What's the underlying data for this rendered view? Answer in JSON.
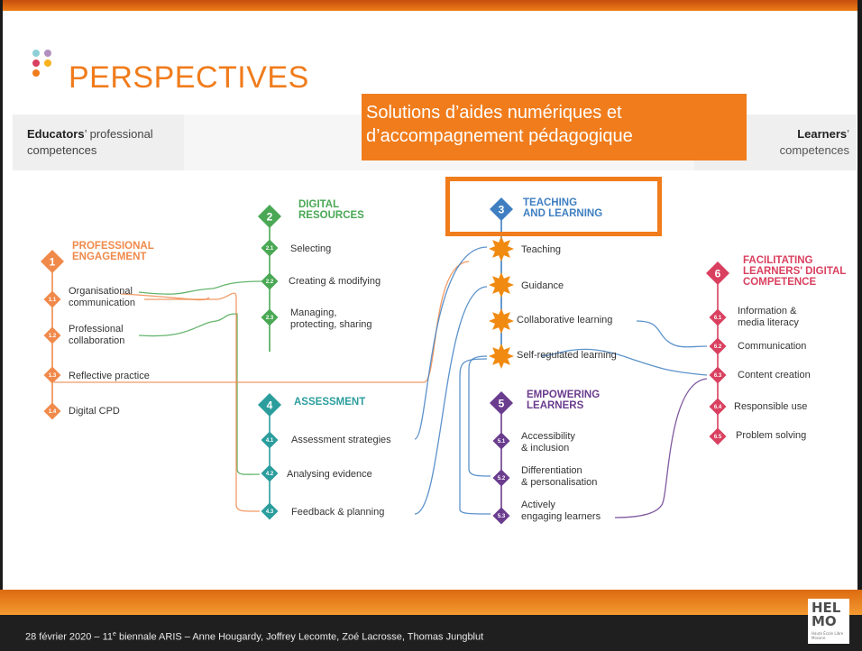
{
  "slide_title": "PERSPECTIVES",
  "educators": {
    "bold": "Educators",
    "rest": "’ professional",
    "line2": "competences"
  },
  "learners": {
    "bold": "Learners",
    "rest": "’",
    "line2": "competences"
  },
  "callout": {
    "line1": "Solutions d’aides numériques et",
    "line2": "d’accompagnement pédagogique"
  },
  "footer": {
    "pre": "28 février 2020 – 11",
    "sup": "e",
    "post": " biennale  ARIS – Anne Hougardy, Joffrey Lecomte, Zoé Lacrosse, Thomas Jungblut"
  },
  "logo": {
    "line1": "HEL",
    "line2": "MO",
    "small": "Haute École Libre Mosane"
  },
  "colors": {
    "orange": "#f07c1c",
    "area1": "#f08a4b",
    "area2": "#4aa855",
    "area3": "#3f7fc1",
    "area4": "#2c9d9d",
    "area5": "#6a3c8e",
    "area6": "#d9405f",
    "star": "#f08a10"
  },
  "areas": [
    {
      "num": "1",
      "title": [
        "PROFESSIONAL",
        "ENGAGEMENT"
      ],
      "items": [
        {
          "num": "1.1",
          "text": [
            "Organisational",
            "communication"
          ]
        },
        {
          "num": "1.2",
          "text": [
            "Professional",
            "collaboration"
          ]
        },
        {
          "num": "1.3",
          "text": [
            "Reflective practice"
          ]
        },
        {
          "num": "1.4",
          "text": [
            "Digital CPD"
          ]
        }
      ]
    },
    {
      "num": "2",
      "title": [
        "DIGITAL",
        "RESOURCES"
      ],
      "items": [
        {
          "num": "2.1",
          "text": [
            "Selecting"
          ]
        },
        {
          "num": "2.2",
          "text": [
            "Creating & modifying"
          ]
        },
        {
          "num": "2.3",
          "text": [
            "Managing,",
            "protecting, sharing"
          ]
        }
      ]
    },
    {
      "num": "3",
      "title": [
        "TEACHING",
        "AND LEARNING"
      ],
      "items": [
        {
          "num": "3.1",
          "text": [
            "Teaching"
          ]
        },
        {
          "num": "3.2",
          "text": [
            "Guidance"
          ]
        },
        {
          "num": "3.3",
          "text": [
            "Collaborative learning"
          ]
        },
        {
          "num": "3.4",
          "text": [
            "Self-regulated learning"
          ]
        }
      ]
    },
    {
      "num": "4",
      "title": [
        "ASSESSMENT"
      ],
      "items": [
        {
          "num": "4.1",
          "text": [
            "Assessment strategies"
          ]
        },
        {
          "num": "4.2",
          "text": [
            "Analysing evidence"
          ]
        },
        {
          "num": "4.3",
          "text": [
            "Feedback & planning"
          ]
        }
      ]
    },
    {
      "num": "5",
      "title": [
        "EMPOWERING",
        "LEARNERS"
      ],
      "items": [
        {
          "num": "5.1",
          "text": [
            "Accessibility",
            "& inclusion"
          ]
        },
        {
          "num": "5.2",
          "text": [
            "Differentiation",
            "& personalisation"
          ]
        },
        {
          "num": "5.3",
          "text": [
            "Actively",
            "engaging learners"
          ]
        }
      ]
    },
    {
      "num": "6",
      "title": [
        "FACILITATING",
        "LEARNERS' DIGITAL",
        "COMPETENCE"
      ],
      "items": [
        {
          "num": "6.1",
          "text": [
            "Information &",
            "media literacy"
          ]
        },
        {
          "num": "6.2",
          "text": [
            "Communication"
          ]
        },
        {
          "num": "6.3",
          "text": [
            "Content creation"
          ]
        },
        {
          "num": "6.4",
          "text": [
            "Responsible use"
          ]
        },
        {
          "num": "6.5",
          "text": [
            "Problem solving"
          ]
        }
      ]
    }
  ]
}
